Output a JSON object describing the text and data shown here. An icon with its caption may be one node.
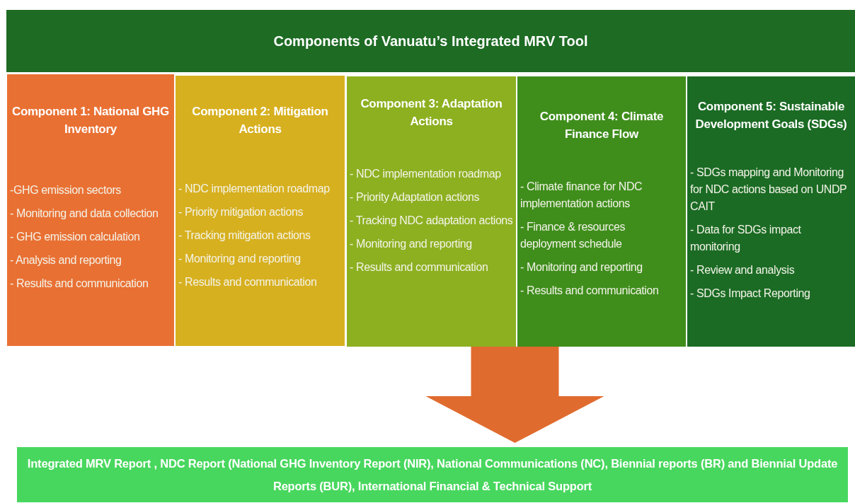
{
  "diagram": {
    "nodes": [
      {
        "text": [
          "Components of Vanuatu’s Integrated MRV Tool"
        ]
      },
      {
        "text": [
          "Component 1: National GHG Inventory",
          "-GHG emission sectors",
          "- Monitoring and data collection",
          "- GHG emission calculation",
          "- Analysis and reporting",
          "- Results and communication"
        ]
      },
      {
        "text": [
          "Component 2: Mitigation Actions",
          "- NDC implementation roadmap",
          "- Priority mitigation actions",
          "- Tracking mitigation actions",
          "- Monitoring and reporting",
          "- Results and communication"
        ]
      },
      {
        "text": [
          "Component 3: Adaptation Actions",
          "- NDC implementation roadmap",
          "- Priority Adaptation actions",
          "- Tracking NDC adaptation actions",
          "- Monitoring and reporting",
          "- Results and communication"
        ]
      },
      {
        "text": [
          "Component 4: Climate Finance Flow",
          "- Climate finance for NDC implementation actions",
          "- Finance & resources deployment schedule",
          "- Monitoring and reporting",
          "- Results and communication"
        ]
      },
      {
        "text": [
          "Component 5: Sustainable Development Goals (SDGs)",
          "- SDGs mapping and Monitoring for NDC actions based on UNDP CAIT",
          "- Data for SDGs impact monitoring",
          "- Review and analysis",
          "- SDGs Impact  Reporting"
        ]
      },
      {
        "text": [
          "Integrated  MRV Report , NDC Report  (National GHG Inventory Report (NIR), National Communications (NC), Biennial reports (BR) and Biennial Update Reports (BUR), International Financial & Technical Support"
        ]
      }
    ],
    "edges": [
      {
        "from": 3,
        "to": 6,
        "arrow": "to",
        "style": "thick",
        "color": "#e06b2e"
      }
    ]
  }
}
